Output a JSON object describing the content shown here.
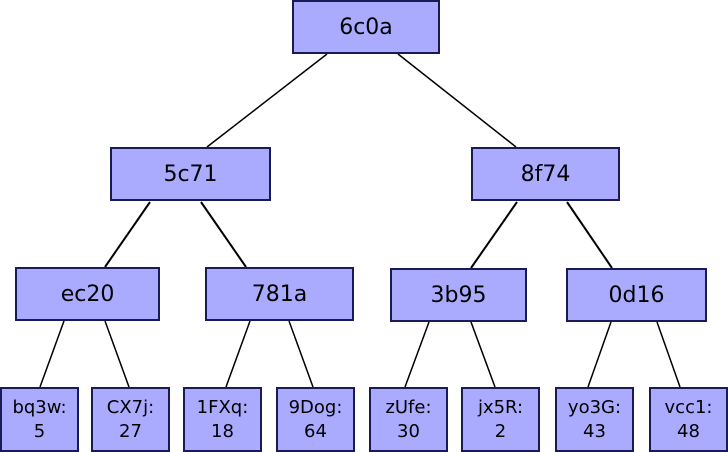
{
  "tree": {
    "root": {
      "label": "6c0a"
    },
    "level1": [
      {
        "label": "5c71"
      },
      {
        "label": "8f74"
      }
    ],
    "level2": [
      {
        "label": "ec20"
      },
      {
        "label": "781a"
      },
      {
        "label": "3b95"
      },
      {
        "label": "0d16"
      }
    ],
    "leaves": [
      {
        "key": "bq3w:",
        "value": "5"
      },
      {
        "key": "CX7j:",
        "value": "27"
      },
      {
        "key": "1FXq:",
        "value": "18"
      },
      {
        "key": "9Dog:",
        "value": "64"
      },
      {
        "key": "zUfe:",
        "value": "30"
      },
      {
        "key": "jx5R:",
        "value": "2"
      },
      {
        "key": "yo3G:",
        "value": "43"
      },
      {
        "key": "vcc1:",
        "value": "48"
      }
    ],
    "colors": {
      "node_fill": "#aaaaff",
      "node_border": "#1a1a55",
      "edge": "#000000"
    }
  }
}
